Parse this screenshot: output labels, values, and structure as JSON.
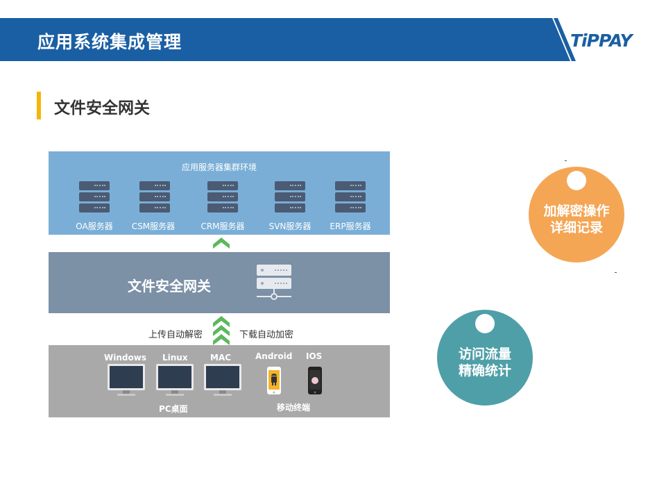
{
  "header": {
    "title": "应用系统集成管理",
    "logo": "TiPPAY"
  },
  "section": {
    "title": "文件安全网关"
  },
  "diagram": {
    "cluster_title": "应用服务器集群环境",
    "servers": [
      "OA服务器",
      "CSM服务器",
      "CRM服务器",
      "SVN服务器",
      "ERP服务器"
    ],
    "gateway_title": "文件安全网关",
    "upload_label": "上传自动解密",
    "download_label": "下载自动加密",
    "pc_os": [
      "Windows",
      "Linux",
      "MAC"
    ],
    "mobile_os": [
      "Android",
      "IOS"
    ],
    "pc_group": "PC桌面",
    "mobile_group": "移动终端"
  },
  "features": {
    "encrypt_log": {
      "line1": "加解密操作",
      "line2": "详细记录",
      "color": "#f4a655"
    },
    "traffic_stats": {
      "line1": "访问流量",
      "line2": "精确统计",
      "color": "#4f9fa8"
    }
  },
  "colors": {
    "header_blue": "#1a5fa3",
    "accent_yellow": "#f5b50a",
    "cluster_bg": "#7aaed6",
    "gateway_bg": "#7c90a6",
    "client_bg": "#a9a9a9",
    "arrow_green": "#5cb85c"
  }
}
